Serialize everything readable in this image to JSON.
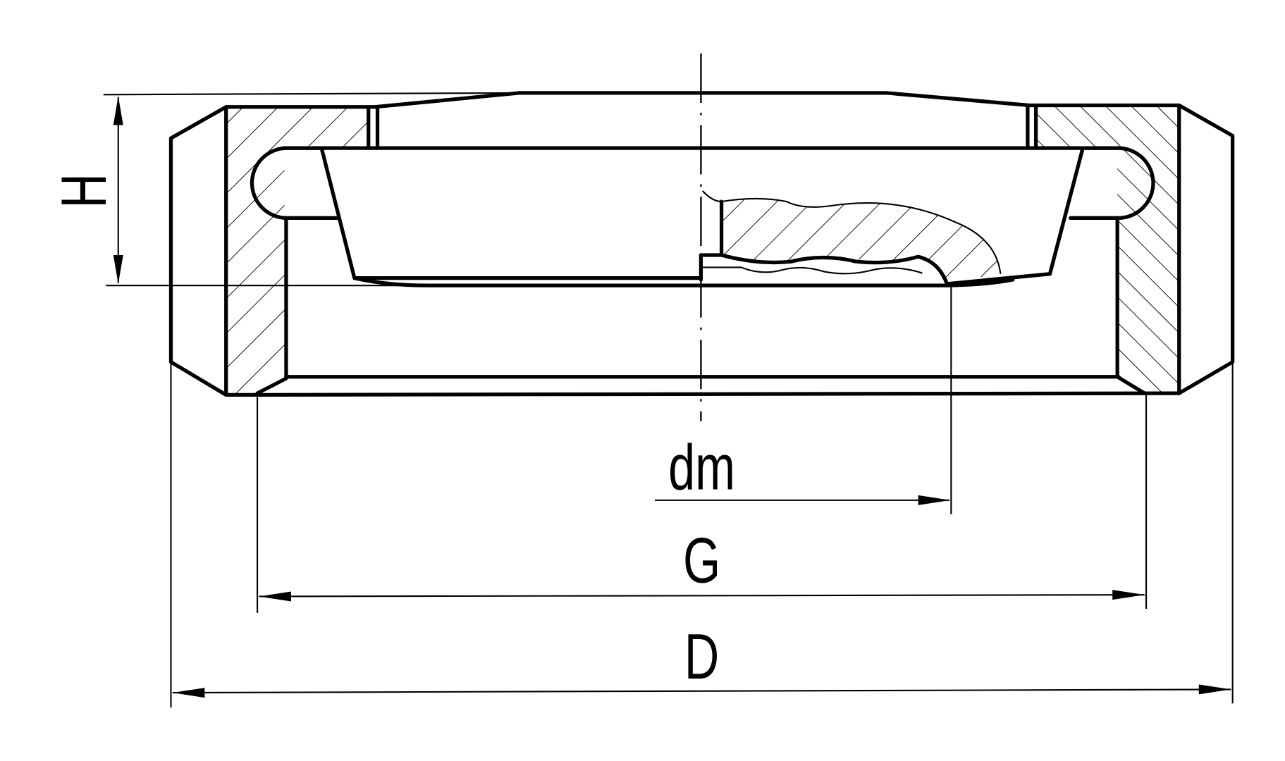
{
  "drawing": {
    "labels": {
      "height": "H",
      "mean_diameter": "dm",
      "thread": "G",
      "outer_diameter": "D"
    },
    "colors": {
      "line": "#000000",
      "background": "#ffffff"
    }
  }
}
